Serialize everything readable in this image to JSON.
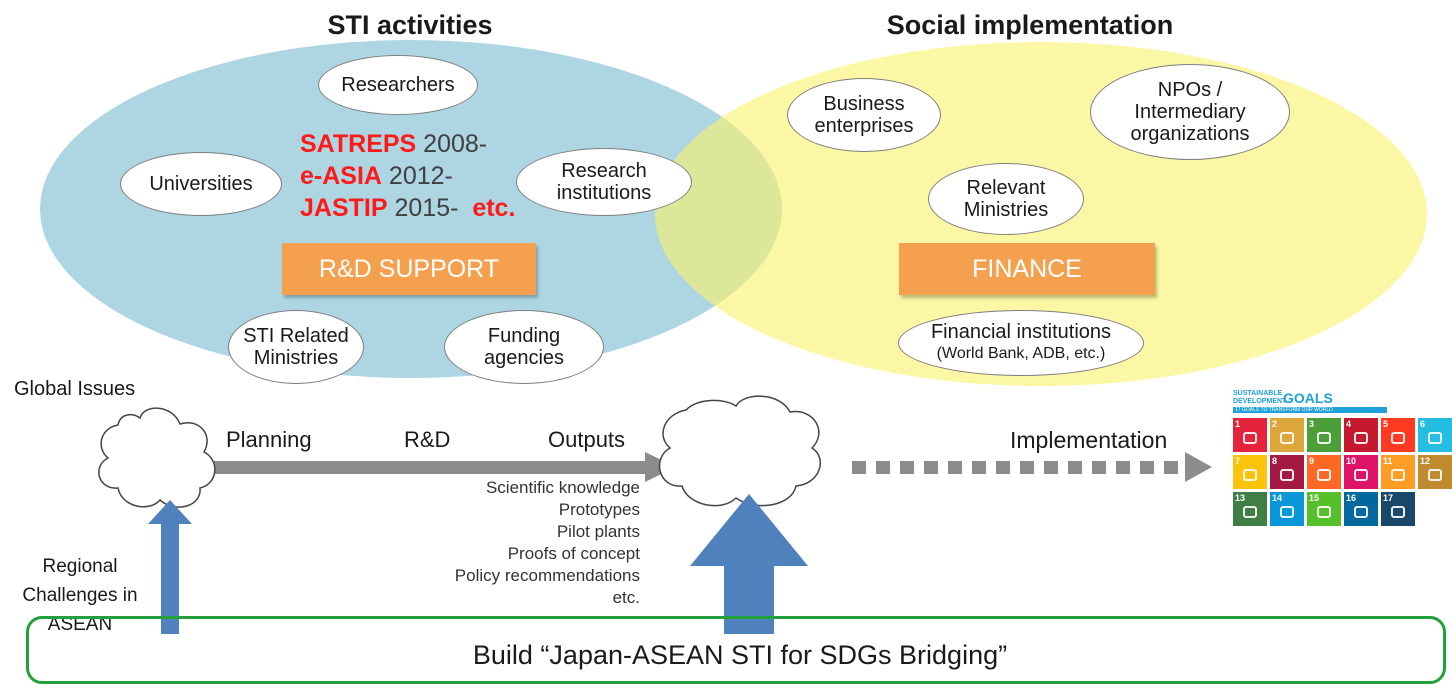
{
  "headings": {
    "sti_activities": "STI activities",
    "social_implementation": "Social implementation"
  },
  "sti_nodes": {
    "researchers": "Researchers",
    "universities": "Universities",
    "research_institutions": "Research\ninstitutions",
    "sti_ministries": "STI Related\nMinistries",
    "funding_agencies": "Funding\nagencies"
  },
  "programs": {
    "satreps_name": "SATREPS",
    "satreps_year": " 2008-",
    "easia_name": "e-ASIA",
    "easia_year": " 2012-",
    "jastip_name": "JASTIP",
    "jastip_year": " 2015-",
    "etc": "etc."
  },
  "rd_support": "R&D SUPPORT",
  "social_nodes": {
    "business": "Business\nenterprises",
    "npos": "NPOs /\nIntermediary\norganizations",
    "ministries": "Relevant\nMinistries",
    "financial": "Financial institutions",
    "financial_sub": "(World Bank, ADB, etc.)"
  },
  "finance": "FINANCE",
  "flow": {
    "global_issues": "Global Issues",
    "planning": "Planning",
    "rd": "R&D",
    "outputs": "Outputs",
    "implementation": "Implementation"
  },
  "outputs_list": [
    "Scientific knowledge",
    "Prototypes",
    "Pilot plants",
    "Proofs of concept",
    "Policy recommendations",
    "etc."
  ],
  "regional": {
    "line1": "Regional",
    "line2": "Challenges in",
    "line3": "ASEAN"
  },
  "bridge": "Build “Japan-ASEAN STI for SDGs Bridging”",
  "sdg": {
    "header_line1": "SUSTAINABLE",
    "header_line2": "DEVELOPMENT",
    "goals_word": "GOALS",
    "subheader": "17 GOALS TO TRANSFORM OUR WORLD",
    "tiles": [
      {
        "n": "1",
        "color": "#e5243b"
      },
      {
        "n": "2",
        "color": "#dda63a"
      },
      {
        "n": "3",
        "color": "#4c9f38"
      },
      {
        "n": "4",
        "color": "#c5192d"
      },
      {
        "n": "5",
        "color": "#ff3a21"
      },
      {
        "n": "6",
        "color": "#26bde2"
      },
      {
        "n": "7",
        "color": "#fcc30b"
      },
      {
        "n": "8",
        "color": "#a21942"
      },
      {
        "n": "9",
        "color": "#fd6925"
      },
      {
        "n": "10",
        "color": "#dd1367"
      },
      {
        "n": "11",
        "color": "#fd9d24"
      },
      {
        "n": "12",
        "color": "#bf8b2e"
      },
      {
        "n": "13",
        "color": "#3f7e44"
      },
      {
        "n": "14",
        "color": "#0a97d9"
      },
      {
        "n": "15",
        "color": "#56c02b"
      },
      {
        "n": "16",
        "color": "#00689d"
      },
      {
        "n": "17",
        "color": "#19486a"
      }
    ]
  },
  "colors": {
    "sti_ellipse": "#a9d4e0",
    "social_ellipse": "#fbf48a",
    "orange": "#f4a04e",
    "arrow_gray": "#8c8c8c",
    "arrow_blue": "#4f81bd",
    "bridge_green": "#22a03c",
    "program_red": "#ff1a1a"
  }
}
